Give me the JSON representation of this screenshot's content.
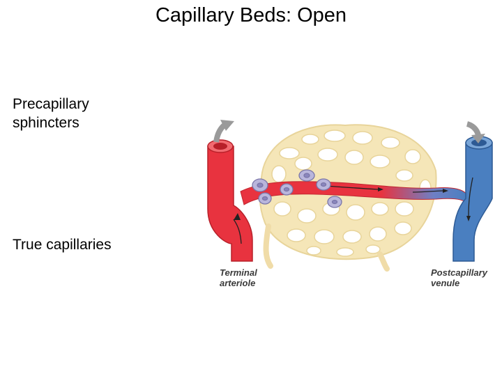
{
  "slide": {
    "title": "Capillary Beds: Open"
  },
  "labels": {
    "precapillary_sphincters": "Precapillary\nsphincters",
    "true_capillaries": "True capillaries"
  },
  "diagram": {
    "terminal_arteriole": [
      "Terminal",
      "arteriole"
    ],
    "postcapillary_venule": [
      "Postcapillary",
      "venule"
    ]
  },
  "colors": {
    "arteriole": "#e8333f",
    "venule": "#4a7fc0",
    "capillary_network": "#f5e6b8",
    "sphincter": "#b9b6dc",
    "arrow": "#9a9a9a"
  }
}
